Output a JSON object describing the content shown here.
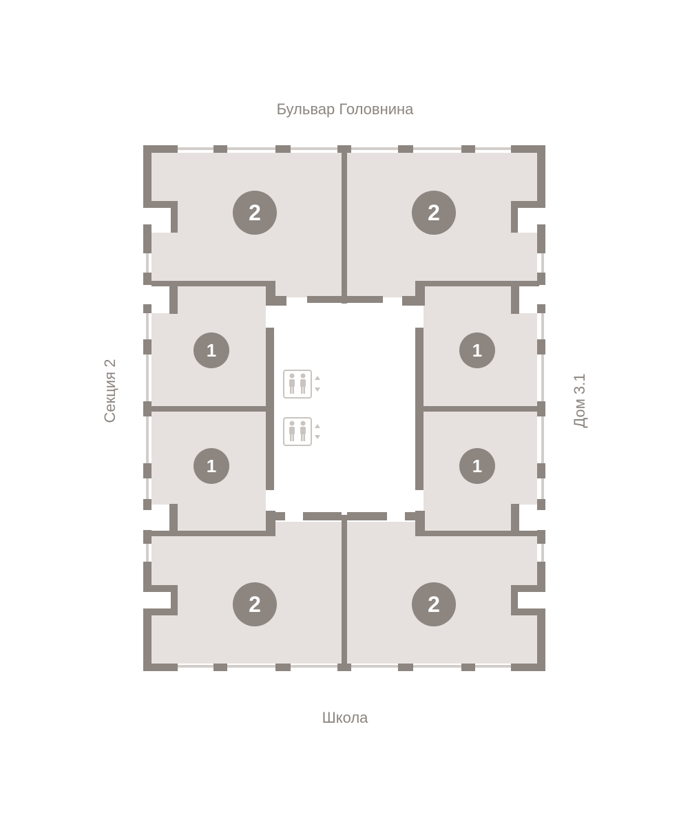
{
  "streets": {
    "top": "Бульвар Головнина",
    "bottom": "Школа",
    "left": "Секция 2",
    "right": "Дом 3.1"
  },
  "apartments": [
    {
      "id": "apt-top-left",
      "rooms": "2"
    },
    {
      "id": "apt-top-right",
      "rooms": "2"
    },
    {
      "id": "apt-mid-left-upper",
      "rooms": "1"
    },
    {
      "id": "apt-mid-right-upper",
      "rooms": "1"
    },
    {
      "id": "apt-mid-left-lower",
      "rooms": "1"
    },
    {
      "id": "apt-mid-right-lower",
      "rooms": "1"
    },
    {
      "id": "apt-bottom-left",
      "rooms": "2"
    },
    {
      "id": "apt-bottom-right",
      "rooms": "2"
    }
  ],
  "elevators": [
    {
      "icon": "elevator-icon"
    },
    {
      "icon": "elevator-icon"
    }
  ],
  "colors": {
    "wall": "#8c8580",
    "room_fill": "#e6e1de",
    "badge": "#8c8580",
    "label": "#8c8580",
    "window": "#c9c4c0"
  }
}
